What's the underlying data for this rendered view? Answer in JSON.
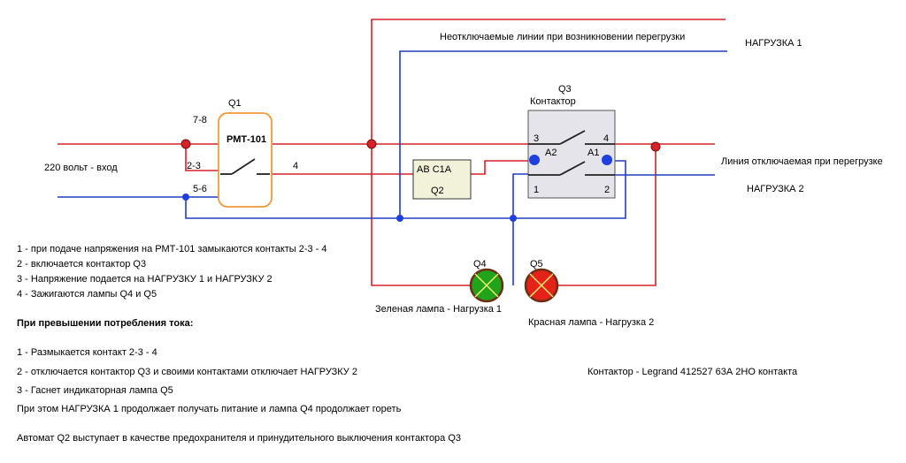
{
  "colors": {
    "phase": "#d6202a",
    "neutral": "#1f3fbf",
    "green_lamp": "#22a31c",
    "red_lamp": "#e42219",
    "contactor_fill": "#e4e4ea",
    "breaker_fill": "#f2f1da",
    "relay_border": "#f09a3c"
  },
  "diagram": {
    "input_label": "220 вольт - вход",
    "relay": {
      "id": "Q1",
      "name": "РМТ-101",
      "pins": {
        "p78": "7-8",
        "p23": "2-3",
        "p56": "5-6",
        "p4": "4"
      }
    },
    "breaker": {
      "name": "АВ С1А",
      "id": "Q2"
    },
    "contactor": {
      "id": "Q3",
      "name": "Контактор",
      "pin3": "3",
      "pin4": "4",
      "pin1": "1",
      "pin2": "2",
      "a2": "A2",
      "a1": "A1"
    },
    "line_note": "Неотключаемые линии при возникновении перегрузки",
    "load1": "НАГРУЗКА 1",
    "switched_line": "Линия отключаемая при перегрузке",
    "load2": "НАГРУЗКА 2",
    "lamp_green": {
      "id": "Q4",
      "label": "Зеленая лампа - Нагрузка 1"
    },
    "lamp_red": {
      "id": "Q5",
      "label": "Красная лампа - Нагрузка 2"
    }
  },
  "notes": {
    "step1": "1 - при подаче напряжения на РМТ-101 замыкаются контакты 2-3 - 4",
    "step2": "2 - включается контактор Q3",
    "step3": "3 - Напряжение подается на НАГРУЗКУ 1 и НАГРУЗКУ 2",
    "step4": "4 - Зажигаются лампы Q4 и Q5",
    "overload_title": "При превышении потребления тока:",
    "ov1": "1 - Размыкается контакт 2-3 - 4",
    "ov2": "2 - отключается контактор Q3 и своими контактами отключает НАГРУЗКУ 2",
    "ov3": "3 - Гаснет индикаторная лампа Q5",
    "ov4": "При этом НАГРУЗКА 1 продолжает получать питание и лампа Q4 продолжает гореть",
    "footer": "Автомат Q2 выступает в качестве предохранителя и принудительного выключения контактора Q3",
    "contactor_model": "Контактор - Legrand 412527 63А 2НО контакта"
  }
}
